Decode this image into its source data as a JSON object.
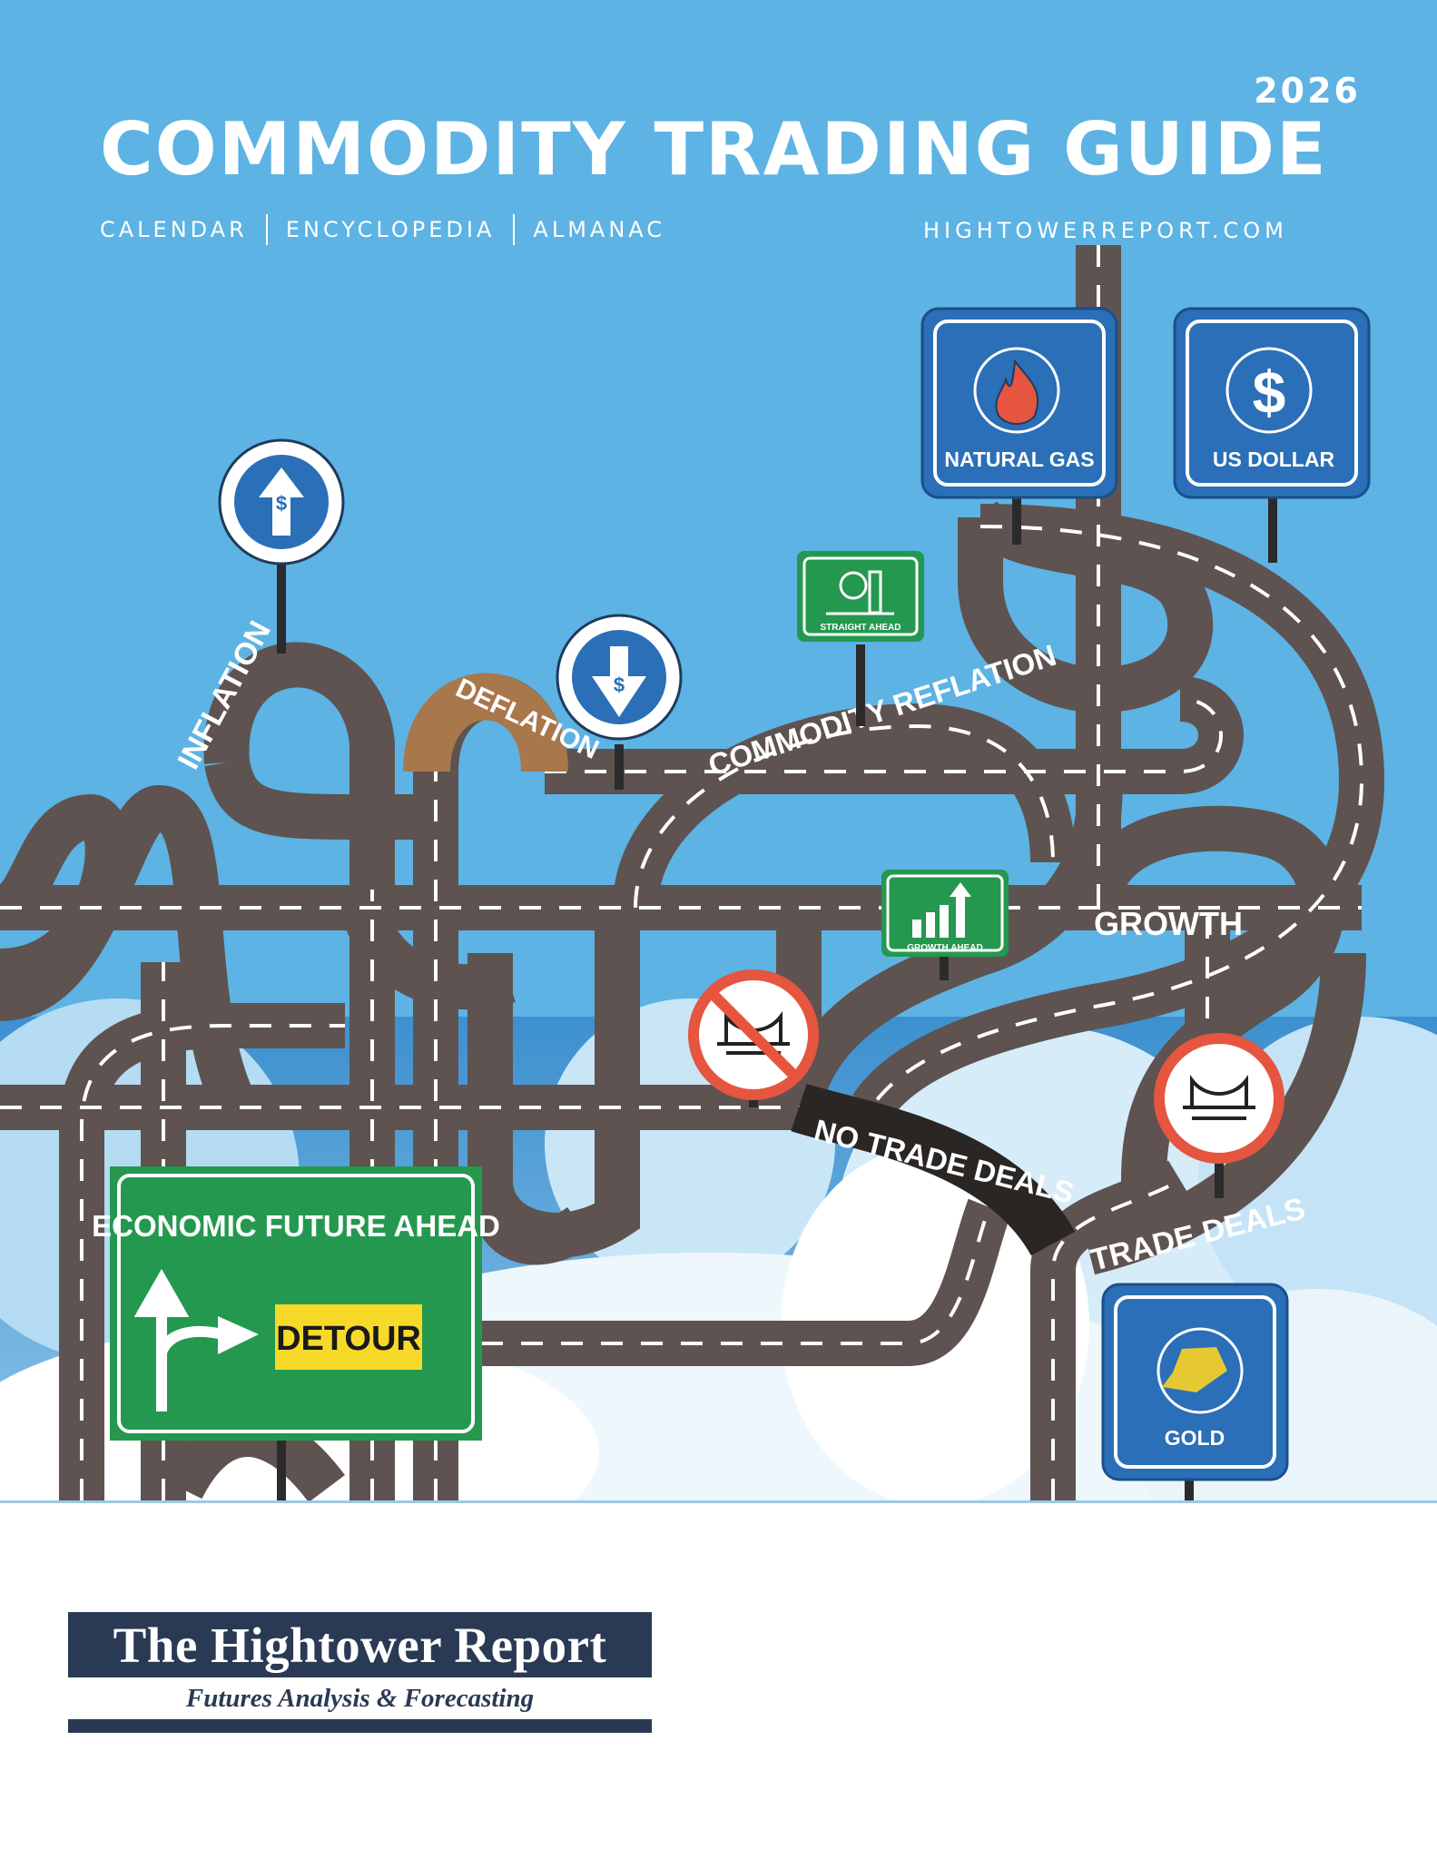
{
  "cover": {
    "year": "2026",
    "title": "COMMODITY TRADING GUIDE",
    "subtitle_items": [
      "CALENDAR",
      "ENCYCLOPEDIA",
      "ALMANAC"
    ],
    "website": "HIGHTOWERREPORT.COM",
    "colors": {
      "sky": "#5db3e3",
      "road": "#5e5350",
      "sign_blue": "#2a6fb7",
      "sign_green": "#24984f",
      "sign_red": "#e5553f",
      "detour_yellow": "#f7d92a",
      "brand_navy": "#2a3a54"
    }
  },
  "road_labels": {
    "inflation": "INFLATION",
    "deflation": "DEFLATION",
    "commodity_reflation": "COMMODITY REFLATION",
    "growth": "GROWTH",
    "no_trade_deals": "NO TRADE DEALS",
    "trade_deals": "TRADE DEALS"
  },
  "signs": {
    "natural_gas": "NATURAL GAS",
    "us_dollar": "US DOLLAR",
    "gold": "GOLD",
    "straight_ahead": "STRAIGHT AHEAD",
    "growth_ahead": "GROWTH AHEAD",
    "economic_future": "ECONOMIC FUTURE AHEAD",
    "detour": "DETOUR",
    "dollar_symbol": "$"
  },
  "brand": {
    "name": "The Hightower Report",
    "tagline": "Futures Analysis & Forecasting"
  }
}
